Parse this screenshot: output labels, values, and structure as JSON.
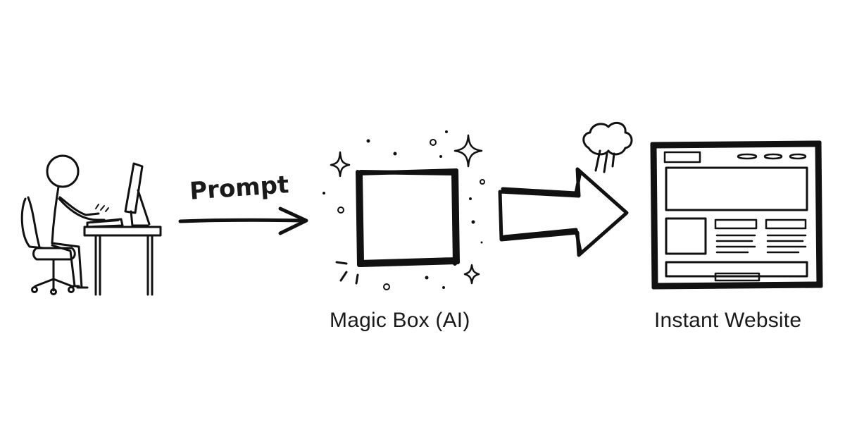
{
  "labels": {
    "prompt": "Prompt",
    "magic_box": "Magic Box (AI)",
    "instant_website": "Instant Website"
  },
  "colors": {
    "ink": "#111111",
    "background": "#ffffff"
  }
}
